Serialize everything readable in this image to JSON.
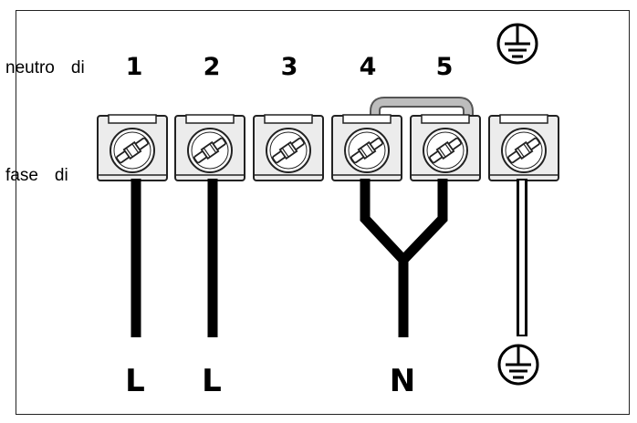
{
  "labels": {
    "neutro": "neutro",
    "fase": "fase",
    "di": "di"
  },
  "terminals": [
    "1",
    "2",
    "3",
    "4",
    "5"
  ],
  "connections": [
    "L",
    "L",
    "N"
  ],
  "icons": {
    "earth_top": "ground-icon",
    "earth_bottom": "ground-icon"
  },
  "colors": {
    "line": "#000000",
    "bridge": "#b8b8b8",
    "block": "#ececec"
  }
}
